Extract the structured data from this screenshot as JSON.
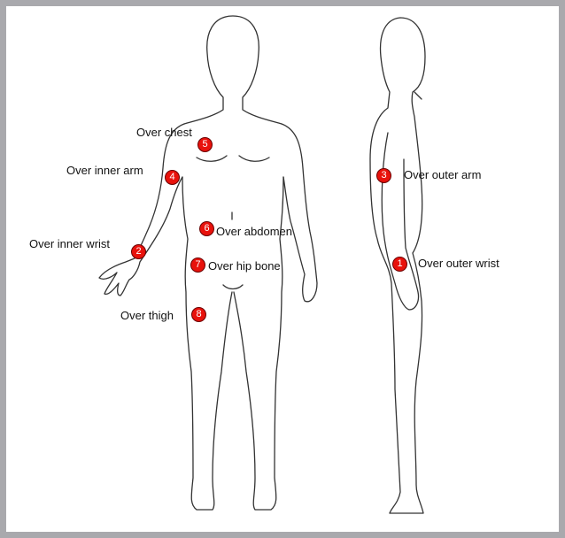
{
  "colors": {
    "frame": "#a9a9ad",
    "marker": "#e8120c",
    "outline": "#333333"
  },
  "sites": [
    {
      "number": "1",
      "label": "Over outer  wrist"
    },
    {
      "number": "2",
      "label": "Over inner wrist"
    },
    {
      "number": "3",
      "label": "Over outer  arm"
    },
    {
      "number": "4",
      "label": "Over inner arm"
    },
    {
      "number": "5",
      "label": "Over chest"
    },
    {
      "number": "6",
      "label": "Over abdomen"
    },
    {
      "number": "7",
      "label": "Over hip bone"
    },
    {
      "number": "8",
      "label": "Over thigh"
    }
  ]
}
